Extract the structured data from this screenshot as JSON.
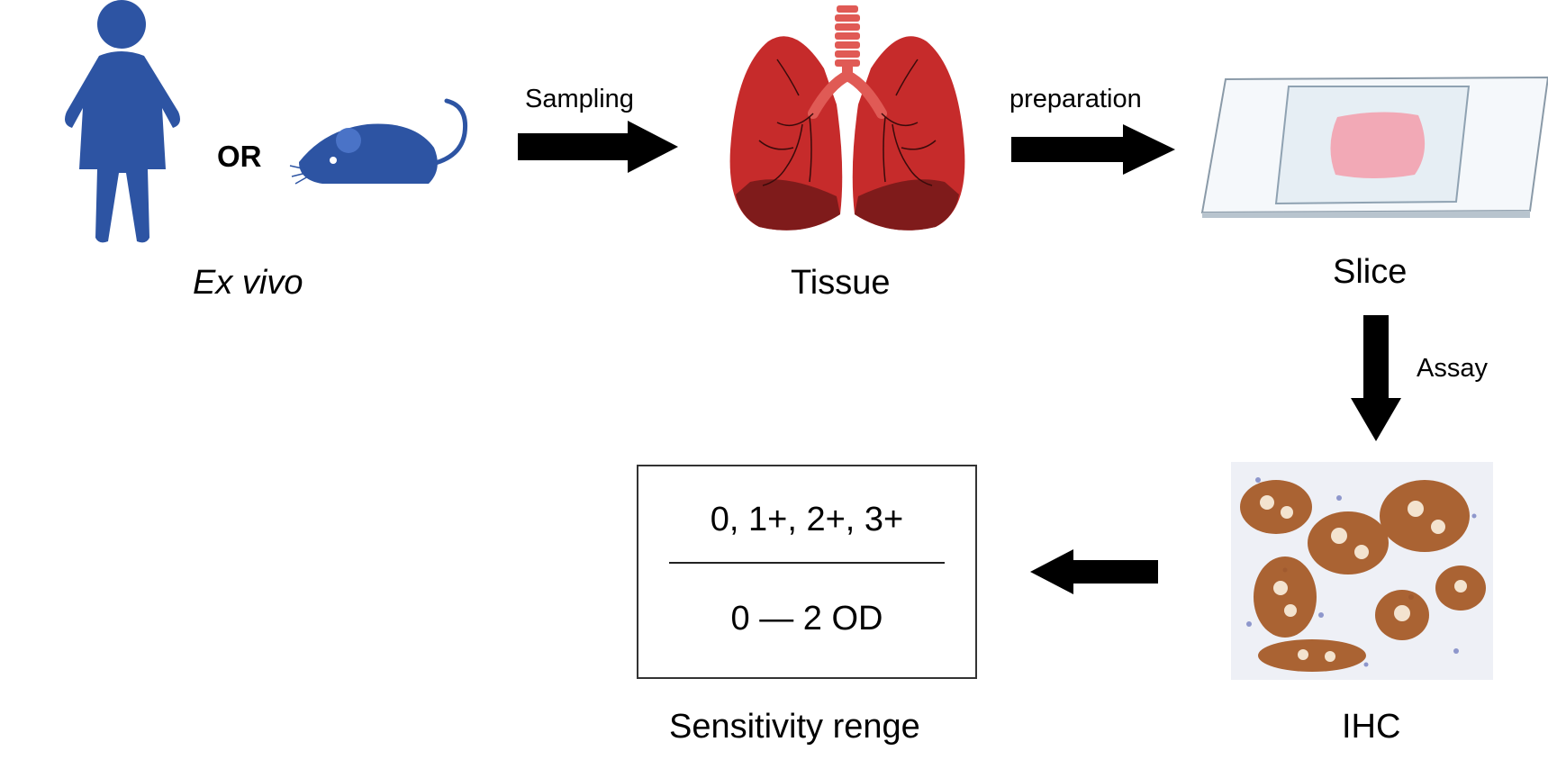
{
  "labels": {
    "ex_vivo": "Ex vivo",
    "or": "OR",
    "tissue": "Tissue",
    "slice": "Slice",
    "ihc": "IHC",
    "sensitivity_range": "Sensitivity renge"
  },
  "arrows": {
    "sampling": "Sampling",
    "preparation": "preparation",
    "assay": "Assay"
  },
  "result_box": {
    "scores": "0, 1+, 2+, 3+",
    "od_range": "0 — 2 OD"
  },
  "colors": {
    "figure_blue": "#2d54a3",
    "lung_red": "#c62b2b",
    "tissue_pink": "#f2a9b6",
    "stain_brown": "#a3541f",
    "arrow": "#000000"
  },
  "icons": {
    "human": "person-icon",
    "mouse": "mouse-icon",
    "tissue": "lungs-icon",
    "slice": "glass-slide-icon",
    "ihc": "ihc-micrograph-image"
  }
}
